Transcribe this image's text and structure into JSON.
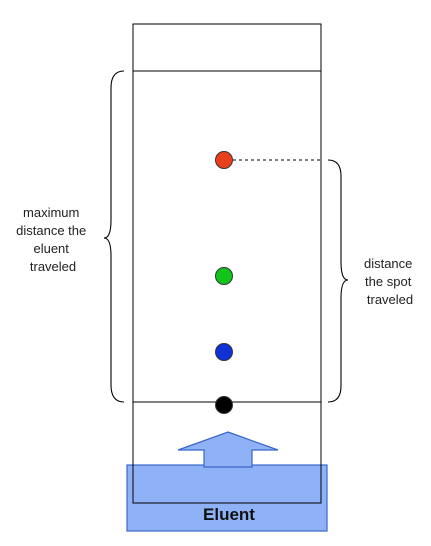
{
  "labels": {
    "max_distance": [
      "maximum",
      "distance the",
      "eluent",
      "traveled"
    ],
    "spot_distance": [
      "distance",
      "the spot",
      "traveled"
    ],
    "eluent": "Eluent"
  },
  "spots": [
    {
      "name": "red",
      "color": "#e8401c"
    },
    {
      "name": "green",
      "color": "#11c51b"
    },
    {
      "name": "blue",
      "color": "#1030d8"
    },
    {
      "name": "black",
      "color": "#000000"
    }
  ],
  "colors": {
    "eluent_fill": "#8fb2f7",
    "eluent_stroke": "#3a66c9",
    "line": "#000000"
  }
}
